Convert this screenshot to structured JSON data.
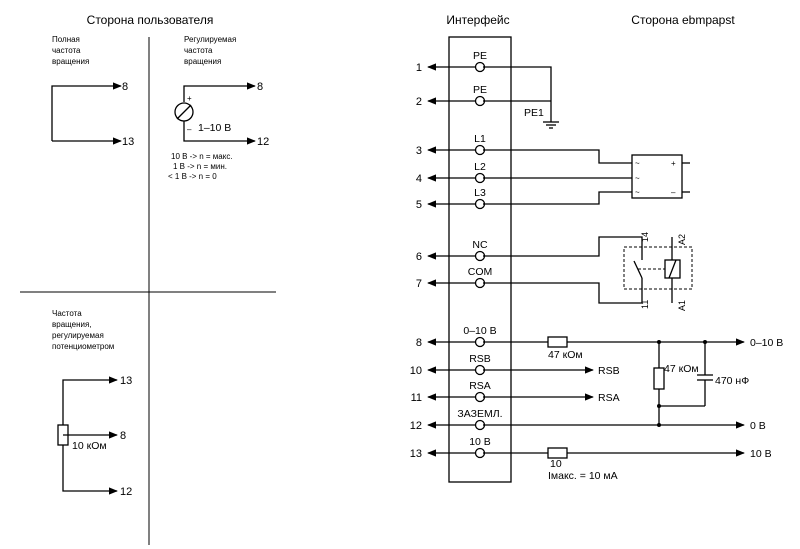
{
  "headers": {
    "user_side": "Сторона пользователя",
    "interface": "Интерфейс",
    "ebm_side": "Сторона ebmpapst"
  },
  "user_side": {
    "full_speed_label": [
      "Полная",
      "частота",
      "вращения"
    ],
    "regulated_speed_label": [
      "Регулируемая",
      "частота",
      "вращения"
    ],
    "pot_label": [
      "Частота",
      "вращения,",
      "регулируемая",
      "потенциометром"
    ],
    "source_voltage": "1–10 В",
    "plus_sign": "+",
    "minus_sign": "–",
    "notes": [
      "10 В -> n = макс.",
      "1 В -> n = мин.",
      "< 1 В -> n = 0"
    ],
    "pot_value": "10 кОм",
    "term_8": "8",
    "term_12": "12",
    "term_13": "13"
  },
  "interface": {
    "terminals": [
      {
        "num": "1",
        "label": "PE"
      },
      {
        "num": "2",
        "label": "PE"
      },
      {
        "num": "3",
        "label": "L1"
      },
      {
        "num": "4",
        "label": "L2"
      },
      {
        "num": "5",
        "label": "L3"
      },
      {
        "num": "6",
        "label": "NC"
      },
      {
        "num": "7",
        "label": "COM"
      },
      {
        "num": "8",
        "label": "0–10 В"
      },
      {
        "num": "10",
        "label": "RSB"
      },
      {
        "num": "11",
        "label": "RSA"
      },
      {
        "num": "12",
        "label": "ЗАЗЕМЛ."
      },
      {
        "num": "13",
        "label": "10 В"
      }
    ]
  },
  "ebm_side": {
    "pe1": "PE1",
    "relay_14": "14",
    "relay_a2": "A2",
    "relay_11": "11",
    "relay_a1": "A1",
    "r_8": "47 кОм",
    "r_filter": "47 кОм",
    "c_filter": "470 нФ",
    "out_8": "0–10 В",
    "out_10": "RSB",
    "out_11": "RSA",
    "out_12": "0 В",
    "out_13": "10 В",
    "r_13": "10",
    "imax": "Iмакс. = 10 мА",
    "rect_plus": "+",
    "rect_minus": "–",
    "rect_tilde": "~"
  }
}
